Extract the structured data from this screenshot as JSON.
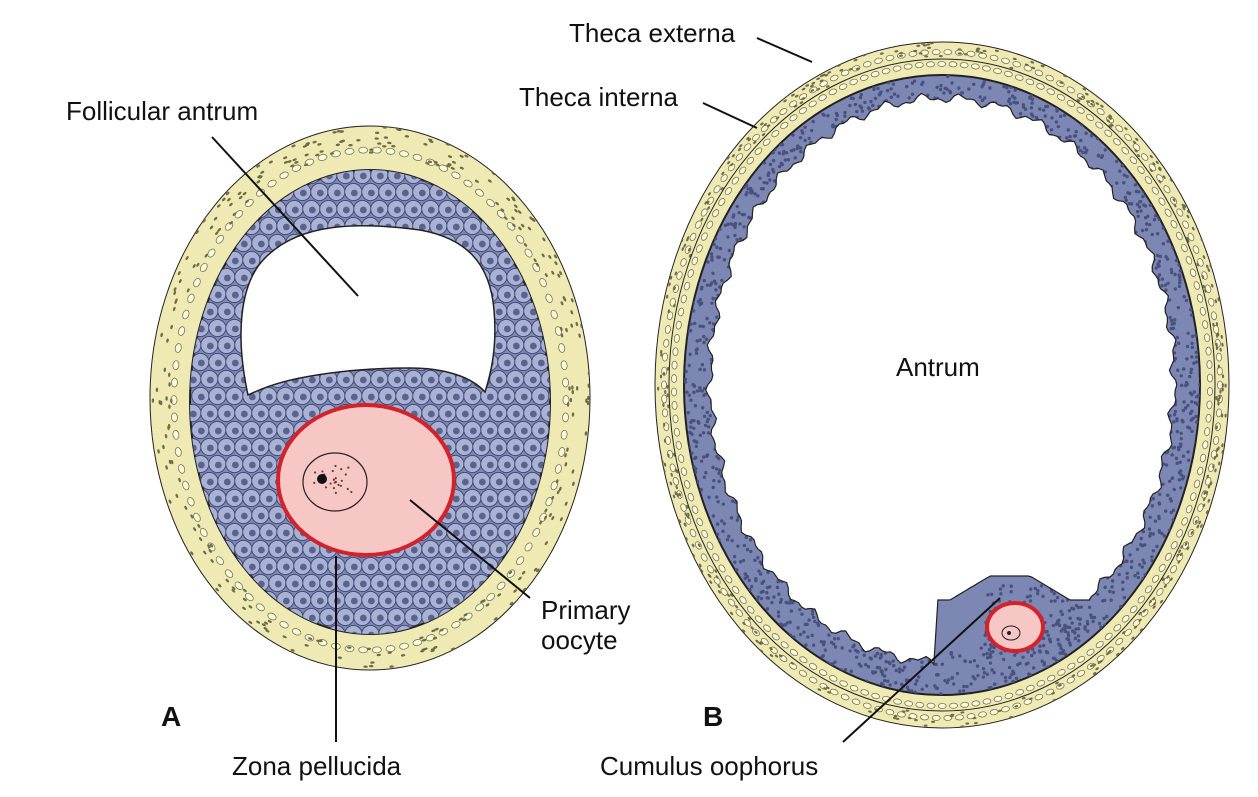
{
  "colors": {
    "theca": "#efeab4",
    "theca_dots": "#6f6c48",
    "theca_cells": "#7a7650",
    "granulosa": "#7d87b4",
    "granulosa_cell": "#aab2d4",
    "granulosa_nucleus": "#5a628e",
    "granulosa_dot": "#49517f",
    "zona": "#d2222a",
    "oocyte": "#f7c7c6",
    "outline": "#222222"
  },
  "icons": {
    "follicle_a": "secondary-follicle-icon",
    "follicle_b": "tertiary-follicle-icon"
  },
  "panel_a": {
    "label": "A",
    "labels": {
      "follicular_antrum": "Follicular antrum",
      "primary_oocyte": "Primary\noocyte",
      "zona_pellucida": "Zona pellucida"
    }
  },
  "panel_b": {
    "label": "B",
    "labels": {
      "theca_externa": "Theca externa",
      "theca_interna": "Theca interna",
      "antrum": "Antrum",
      "cumulus_oophorus": "Cumulus oophorus"
    }
  }
}
